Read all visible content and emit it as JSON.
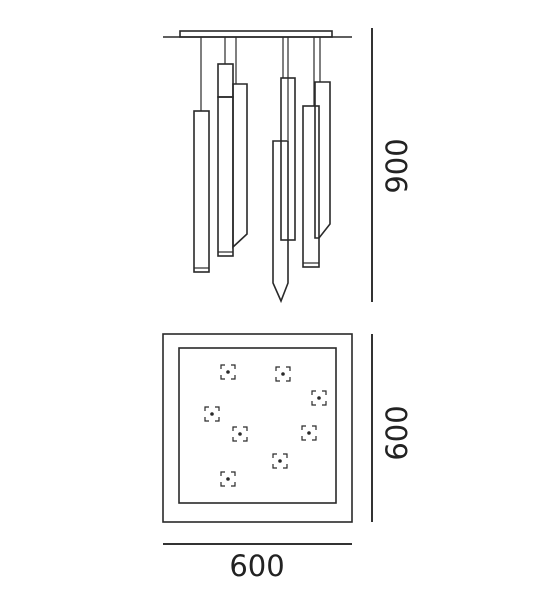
{
  "dimensions": {
    "height_label": "900",
    "depth_label": "600",
    "width_label": "600"
  },
  "colors": {
    "stroke": "#2a2a2a",
    "background": "#ffffff"
  }
}
